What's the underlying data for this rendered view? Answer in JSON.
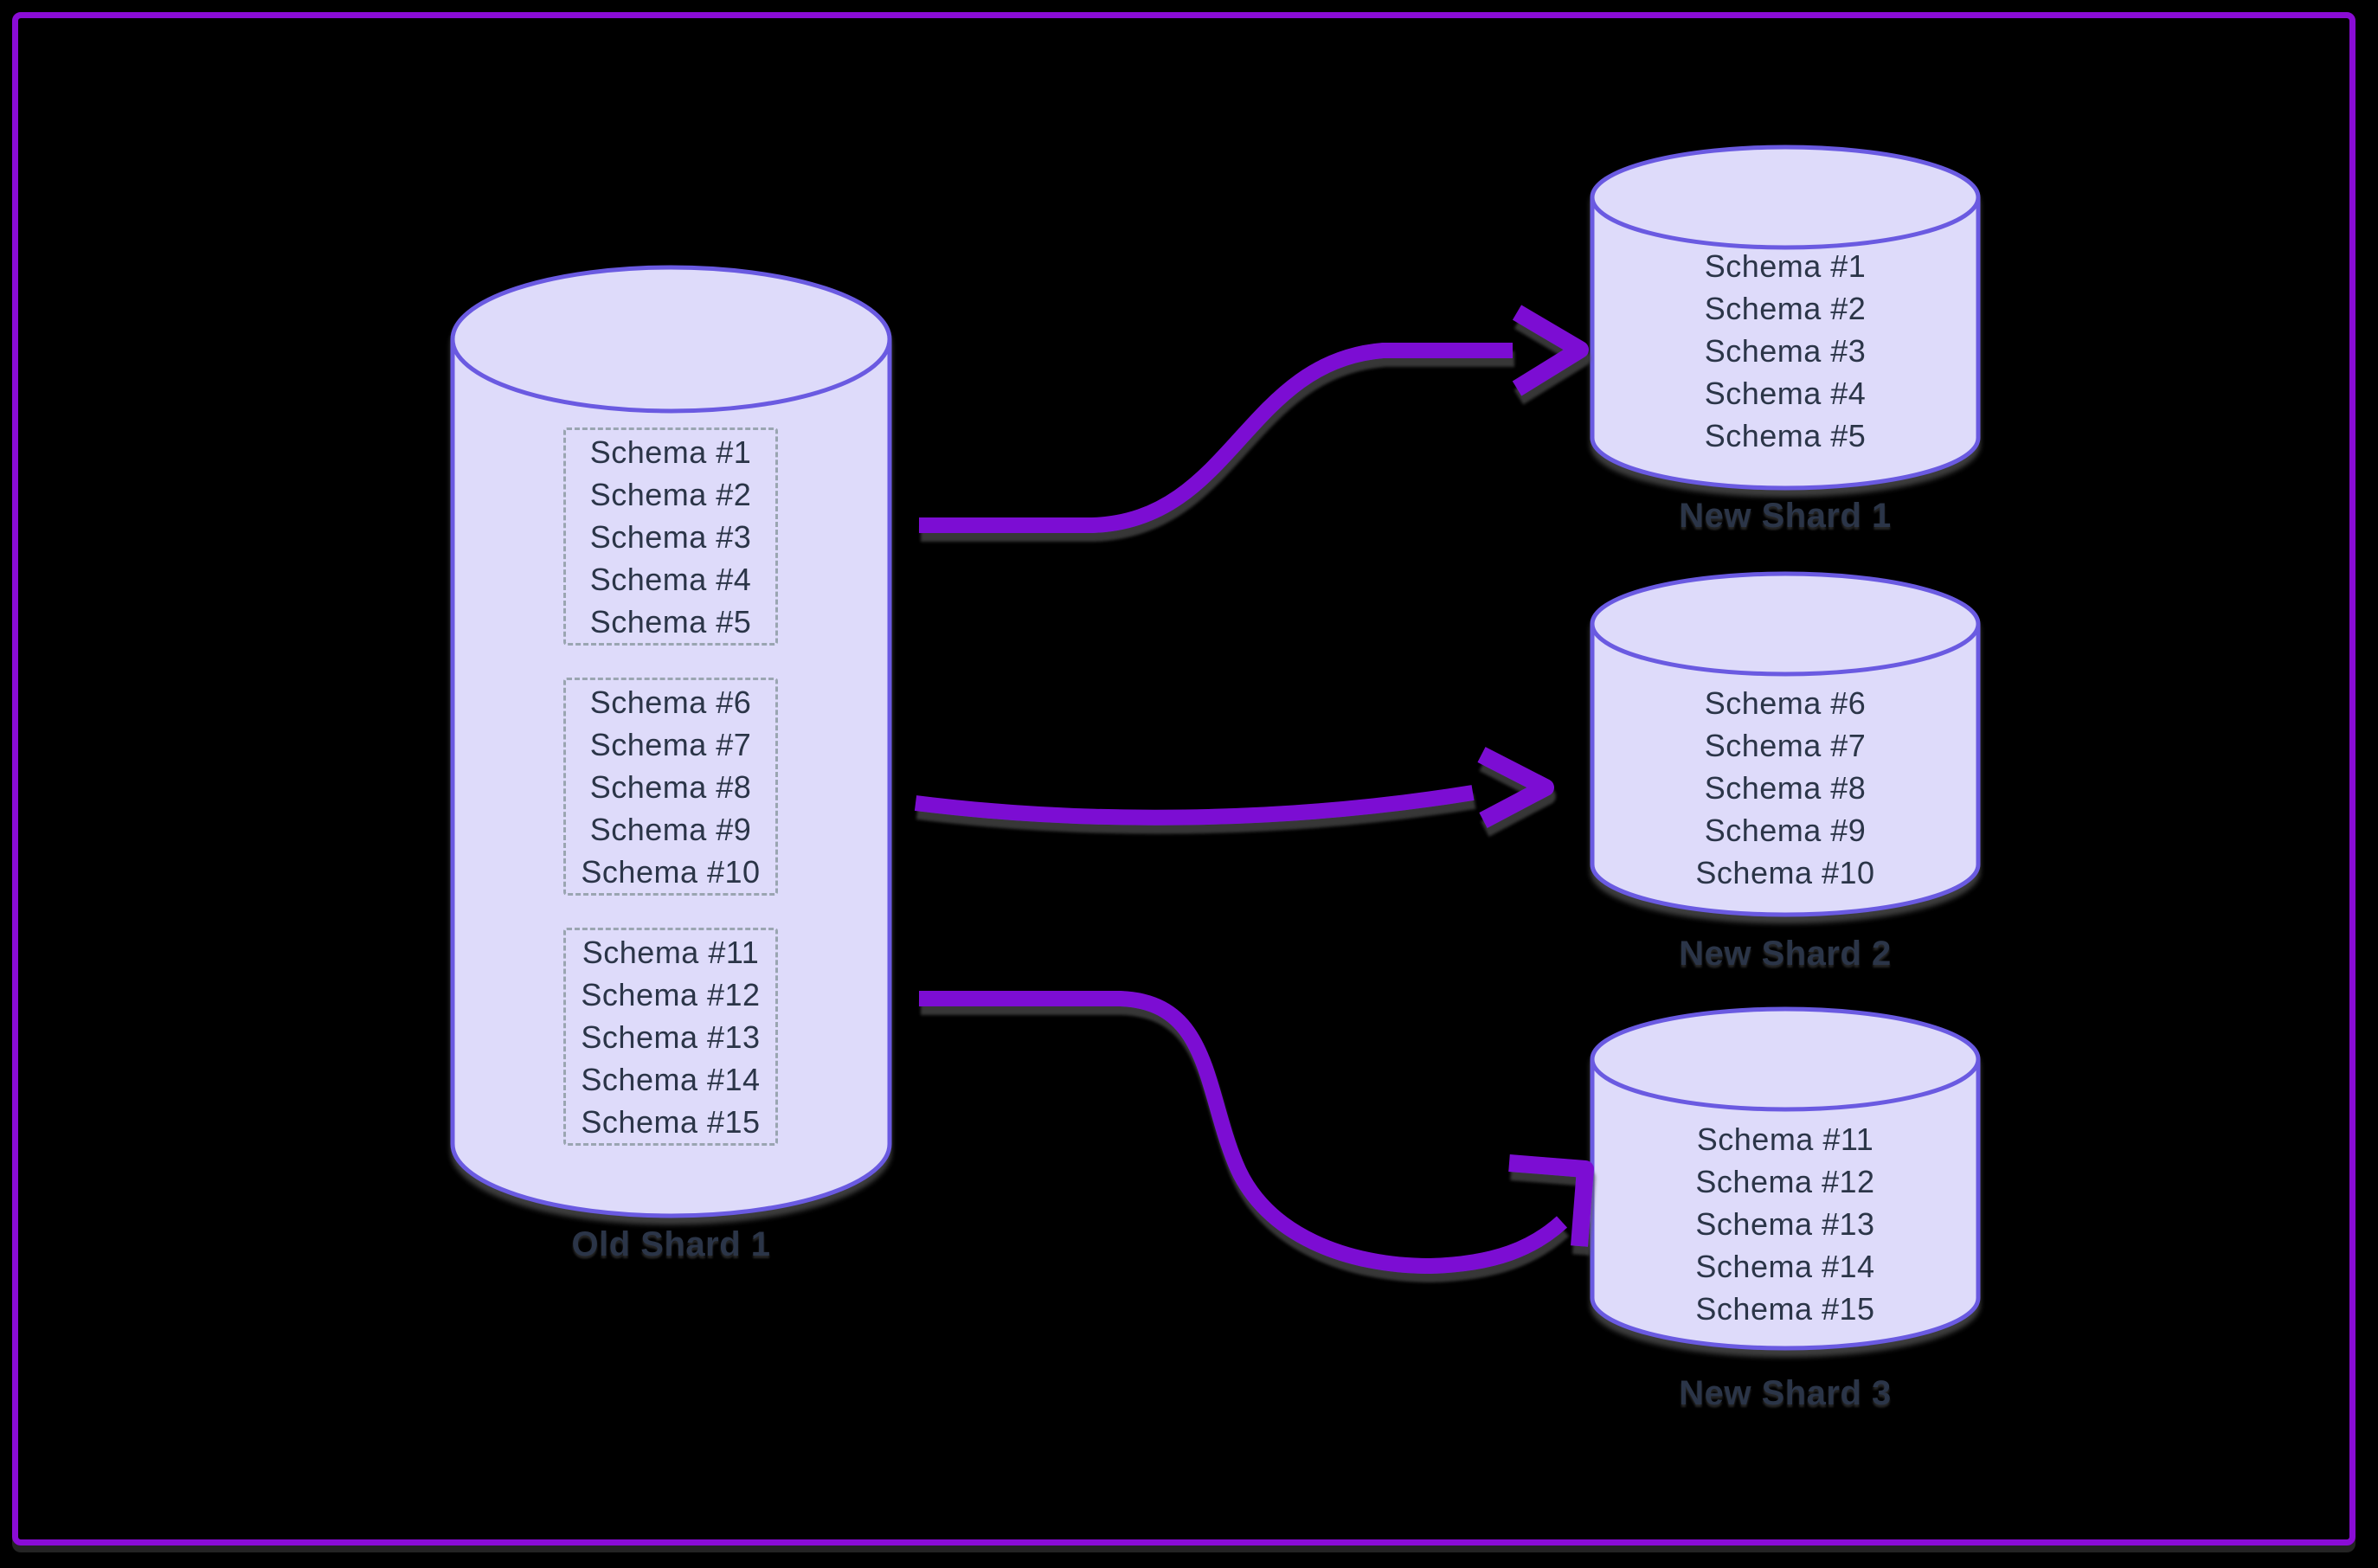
{
  "diagram": {
    "title": "database-resharding-diagram",
    "colors": {
      "background": "#000000",
      "frame_border": "#8A0CD6",
      "cylinder_fill": "#DEDBFA",
      "cylinder_stroke": "#6A5AE1",
      "arrow": "#7B0ED3",
      "text": "#2B3548",
      "dashed_border": "#9AA5B1"
    },
    "old_shard": {
      "label": "Old Shard 1",
      "groups": [
        {
          "schemas": [
            "Schema #1",
            "Schema #2",
            "Schema #3",
            "Schema #4",
            "Schema #5"
          ]
        },
        {
          "schemas": [
            "Schema #6",
            "Schema #7",
            "Schema #8",
            "Schema #9",
            "Schema #10"
          ]
        },
        {
          "schemas": [
            "Schema #11",
            "Schema #12",
            "Schema #13",
            "Schema #14",
            "Schema #15"
          ]
        }
      ]
    },
    "new_shards": [
      {
        "label": "New Shard 1",
        "schemas": [
          "Schema #1",
          "Schema #2",
          "Schema #3",
          "Schema #4",
          "Schema #5"
        ]
      },
      {
        "label": "New Shard 2",
        "schemas": [
          "Schema #6",
          "Schema #7",
          "Schema #8",
          "Schema #9",
          "Schema #10"
        ]
      },
      {
        "label": "New Shard 3",
        "schemas": [
          "Schema #11",
          "Schema #12",
          "Schema #13",
          "Schema #14",
          "Schema #15"
        ]
      }
    ]
  }
}
